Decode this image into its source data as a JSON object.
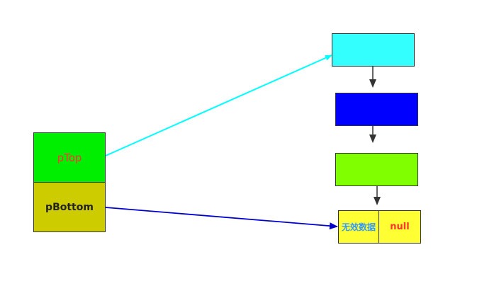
{
  "stack": {
    "ptop_label": "pTop",
    "pbottom_label": "pBottom"
  },
  "nodes": [
    {
      "color": "#33ffff"
    },
    {
      "color": "#0000ff"
    },
    {
      "color": "#80ff00"
    },
    {
      "color": "#ffff33",
      "data_label": "无效数据",
      "next_label": "null"
    }
  ],
  "arrow_colors": {
    "ptop": "#00ffff",
    "pbottom": "#0000cc",
    "links": "#333333"
  }
}
